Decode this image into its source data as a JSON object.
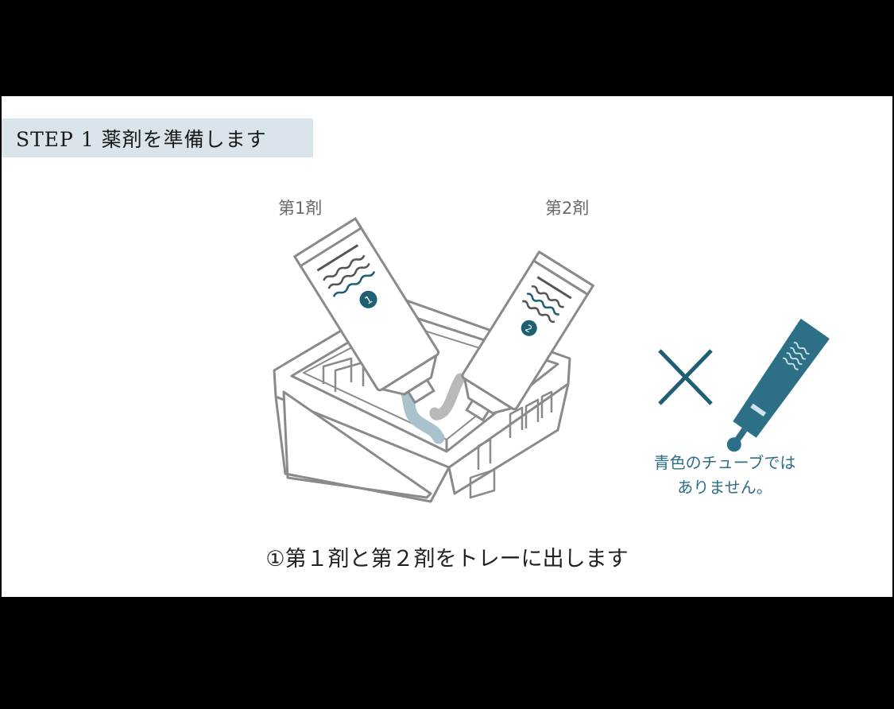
{
  "step_title": "STEP 1  薬剤を準備します",
  "labels": {
    "first_agent": "第1剤",
    "second_agent": "第2剤"
  },
  "tube_badges": {
    "first": "1",
    "second": "2"
  },
  "note": {
    "line1": "青色のチューブでは",
    "line2": "ありません。"
  },
  "caption": "①第１剤と第２剤をトレーに出します",
  "colors": {
    "banner_bg": "#d9e5eb",
    "accent_teal": "#1f5f73",
    "note_text": "#2d6f86",
    "outline_gray": "#8a8a8a",
    "agent1_paste": "#a9c2cb",
    "agent2_paste": "#b9b9b9"
  },
  "icons": [
    "cross-mark-icon",
    "blue-tube-icon",
    "tray-icon",
    "tube-1-icon",
    "tube-2-icon"
  ]
}
